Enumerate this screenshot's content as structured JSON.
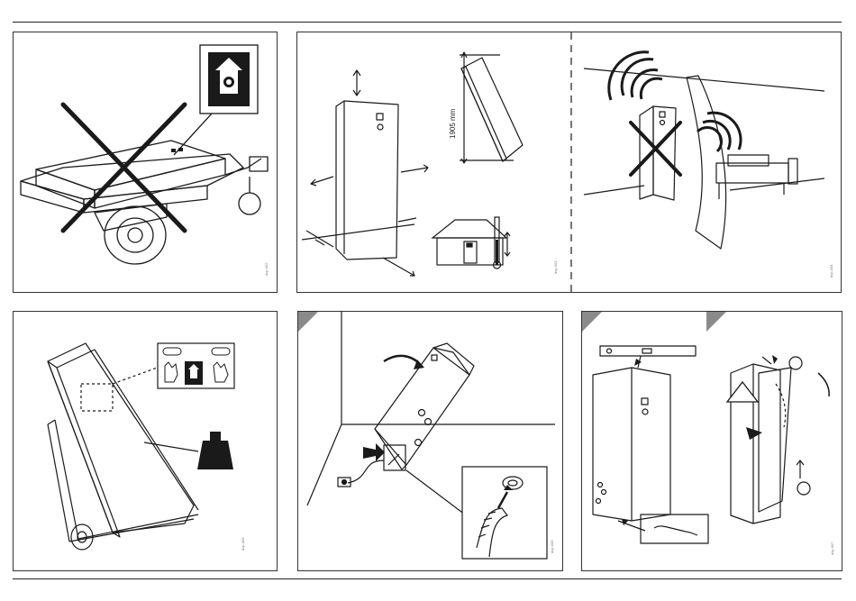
{
  "panels": [
    {
      "name": "no-trailer-transport",
      "code": "dcp-002"
    },
    {
      "name": "clearance-dimensions",
      "code": "dcp-003",
      "height_label": "1905 mm"
    },
    {
      "name": "noise-bedroom",
      "code": "dcp-004"
    },
    {
      "name": "handtruck-transport",
      "code": "dcp-005"
    },
    {
      "name": "tilt-drain-connection",
      "code": "dcp-006"
    },
    {
      "name": "level-and-front-panel",
      "code": "dcp-007"
    }
  ],
  "colors": {
    "line": "#1a1a1a",
    "fill_dark": "#1a1a1a",
    "corner": "#8a8a8a"
  }
}
